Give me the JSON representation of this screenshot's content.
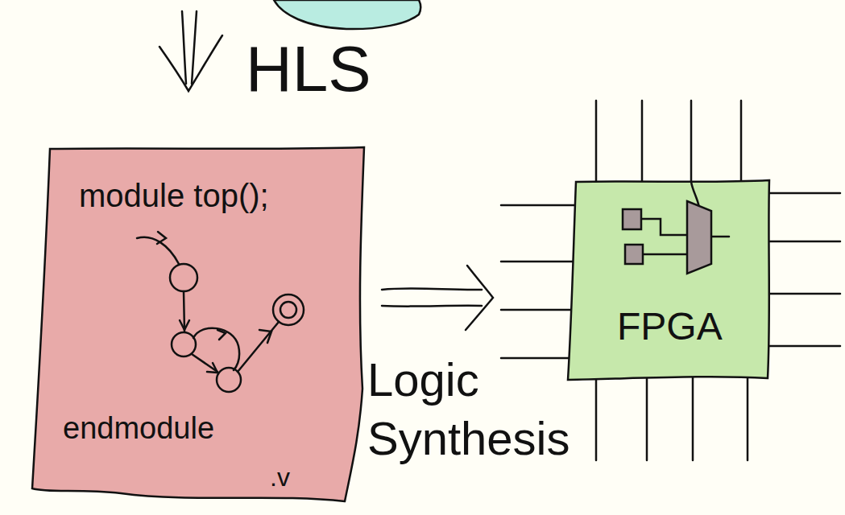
{
  "diagram": {
    "nodes": [
      {
        "text": [
          "module top();",
          "endmodule",
          ".v"
        ]
      },
      {
        "text": [
          "FPGA"
        ]
      }
    ],
    "edges": [
      {
        "from": 0,
        "to": 1,
        "arrow": "to",
        "label": "Logic Synthesis"
      }
    ],
    "labels": [
      "HLS"
    ]
  }
}
